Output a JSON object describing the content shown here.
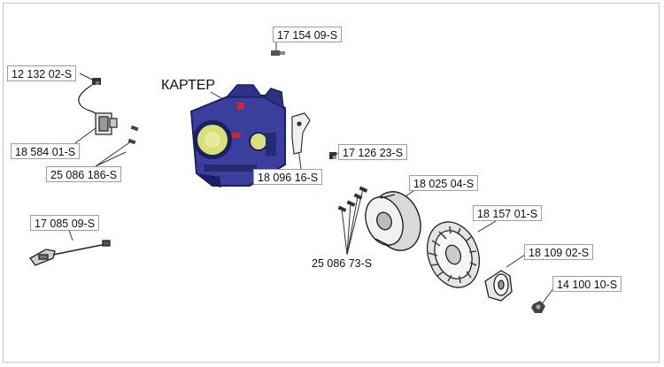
{
  "diagram": {
    "title": "КАРТЕР",
    "part_numbers": {
      "p17154": "17 154 09-S",
      "p12132": "12 132 02-S",
      "p18584": "18 584 01-S",
      "p25086_186": "25 086 186-S",
      "p18096": "18 096 16-S",
      "p17126": "17 126 23-S",
      "p18025": "18 025 04-S",
      "p17085": "17 085 09-S",
      "p18157": "18 157 01-S",
      "p25086_73": "25 086 73-S",
      "p18109": "18 109 02-S",
      "p14100": "14 100 10-S"
    },
    "colors": {
      "housing": "#3a3f9e",
      "housing_dark": "#1d1f5e",
      "bore": "#d8e07a",
      "accent_red": "#c8292a",
      "line": "#333333",
      "label_border": "#9a9ac6"
    }
  }
}
